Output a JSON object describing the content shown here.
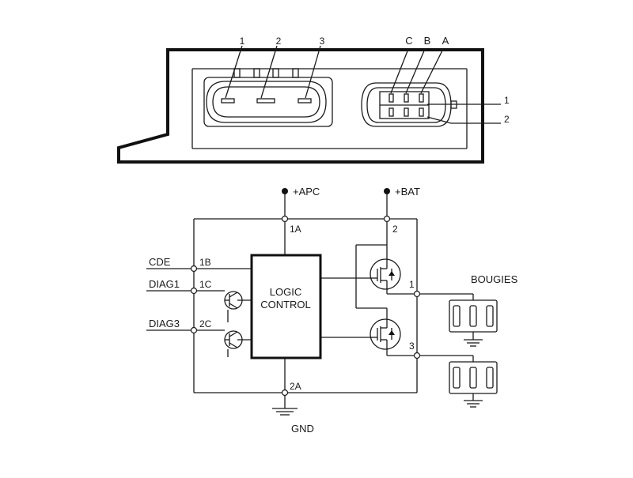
{
  "connector_a": {
    "pins": [
      "1",
      "2",
      "3"
    ]
  },
  "connector_b": {
    "pins": [
      "C",
      "B",
      "A"
    ],
    "side_pins": [
      "1",
      "2"
    ]
  },
  "schematic": {
    "apc_label": "+APC",
    "bat_label": "+BAT",
    "gnd_label": "GND",
    "logic_line1": "LOGIC",
    "logic_line2": "CONTROL",
    "bougies_label": "BOUGIES",
    "signals": {
      "cde": "CDE",
      "diag1": "DIAG1",
      "diag3": "DIAG3"
    },
    "pins": {
      "p1a": "1A",
      "p1b": "1B",
      "p1c": "1C",
      "p2c": "2C",
      "p2a": "2A",
      "out2": "2",
      "out1": "1",
      "out3": "3"
    }
  }
}
